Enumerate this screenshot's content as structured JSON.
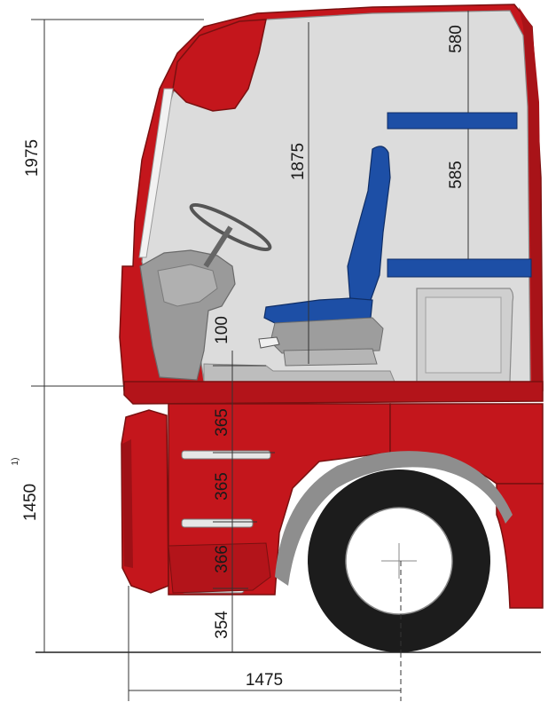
{
  "colors": {
    "body_red": "#c4161c",
    "body_red_dark": "#9e1116",
    "interior_grey": "#dcdcdc",
    "seat_blue": "#1d4fa6",
    "bunk_blue": "#1d4fa6",
    "tire_black": "#1c1c1c",
    "wheel_white": "#ffffff"
  },
  "dimensions": {
    "cab_height_total": "1975",
    "interior_height": "1875",
    "upper_bunk_clearance": "580",
    "bunk_spacing": "585",
    "floor_step": "100",
    "step_1": "365",
    "step_2": "365",
    "step_3": "366",
    "step_4": "354",
    "floor_height": "1450",
    "floor_height_note": "1)",
    "front_to_axle": "1475"
  }
}
